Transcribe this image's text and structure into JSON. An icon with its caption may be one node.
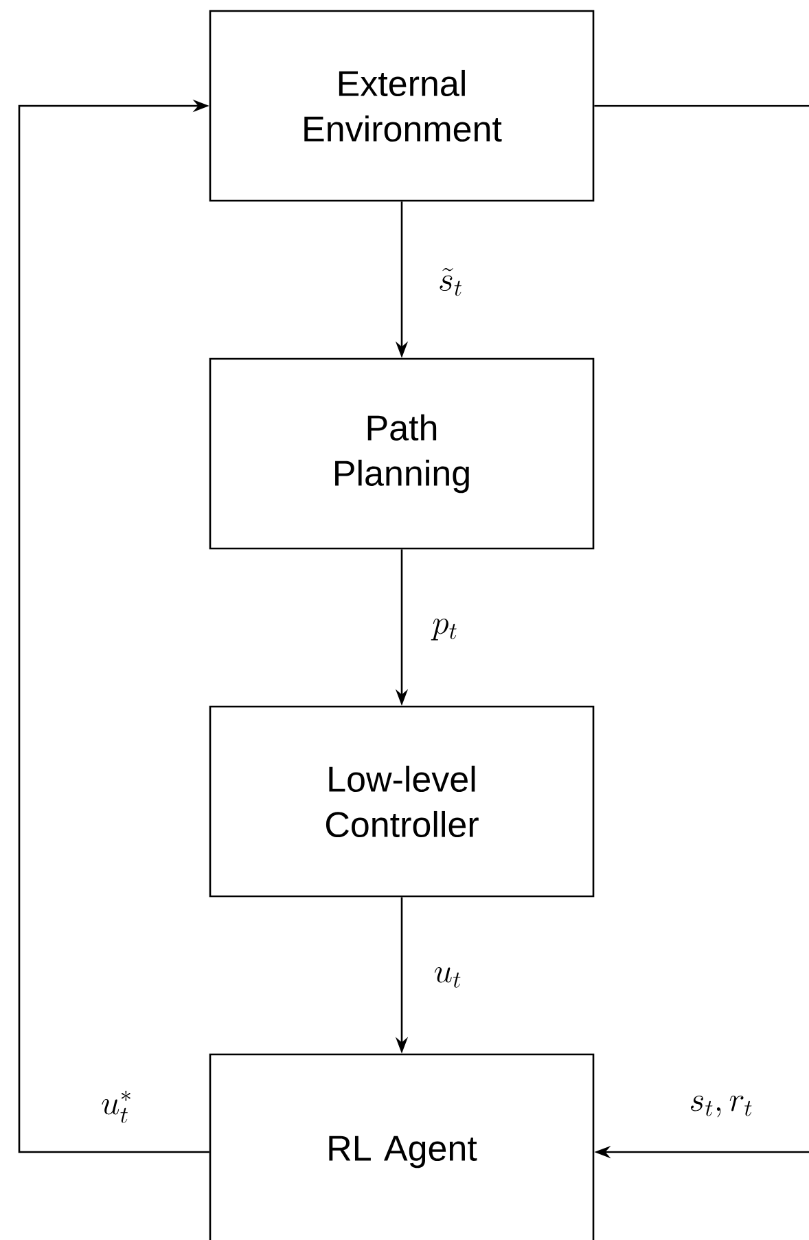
{
  "diagram": {
    "nodes": [
      {
        "text": [
          "External Environment"
        ]
      },
      {
        "text": [
          "Path Planning"
        ]
      },
      {
        "text": [
          "Low-level Controller"
        ]
      },
      {
        "text": [
          "RL Agent"
        ]
      }
    ],
    "edges": [
      {
        "from": 0,
        "to": 1,
        "arrow": "to",
        "label": "\\tilde{s}_t"
      },
      {
        "from": 1,
        "to": 2,
        "arrow": "to",
        "label": "p_t"
      },
      {
        "from": 2,
        "to": 3,
        "arrow": "to",
        "label": "u_t"
      },
      {
        "from": 3,
        "to": 0,
        "arrow": "to",
        "label": "u_t^*"
      },
      {
        "from": 0,
        "to": null,
        "arrow": "none"
      },
      {
        "from": null,
        "to": 3,
        "arrow": "to",
        "label": "s_t, r_t"
      }
    ]
  }
}
